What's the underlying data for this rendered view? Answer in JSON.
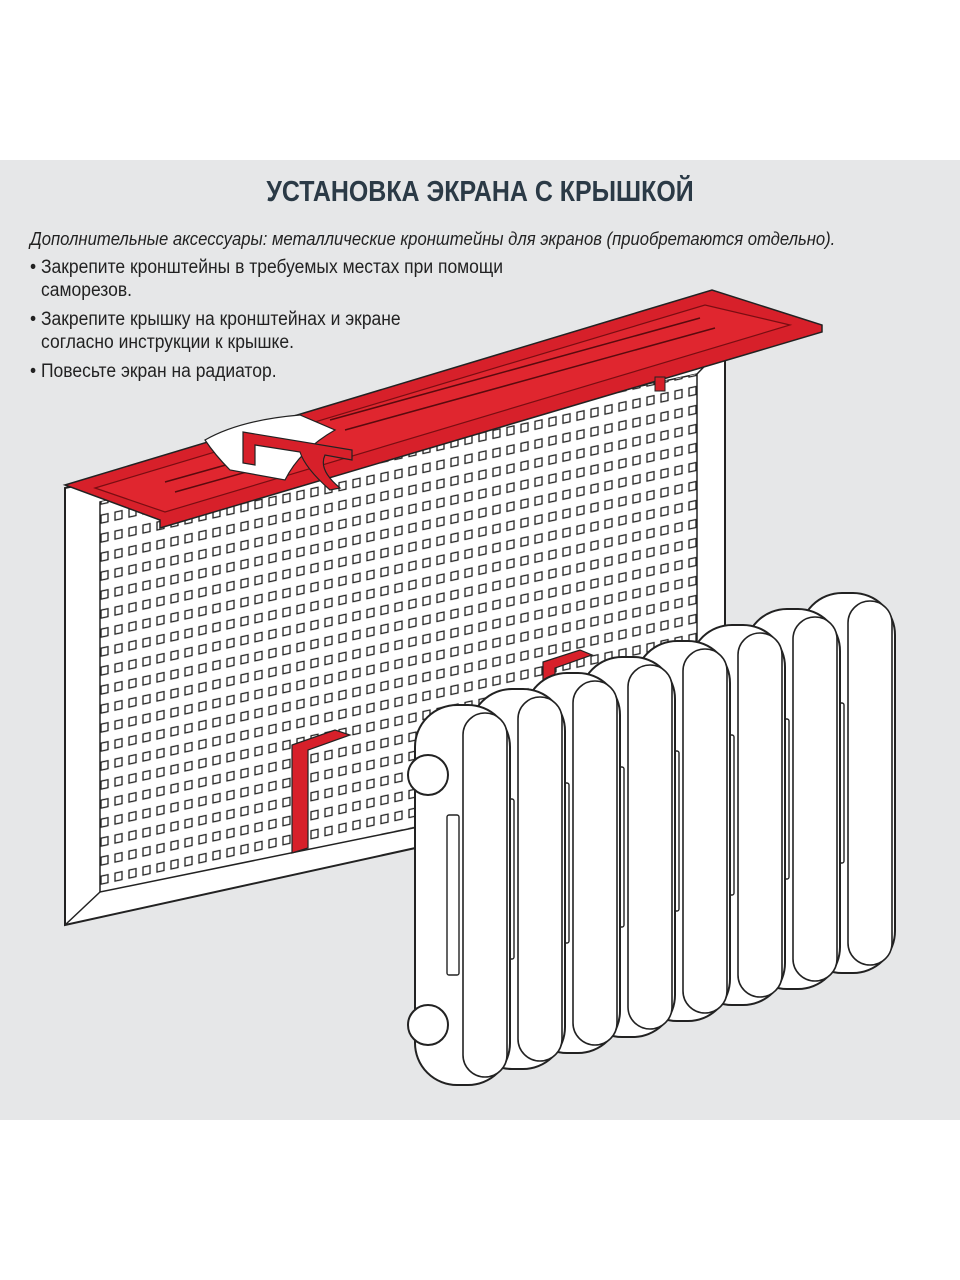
{
  "title": "УСТАНОВКА ЭКРАНА С КРЫШКОЙ",
  "subtitle": "Дополнительные аксессуары: металлические кронштейны для экранов (приобретаются отдельно).",
  "steps": [
    {
      "line1": "• Закрепите кронштейны в требуемых местах при помощи",
      "line2": "саморезов."
    },
    {
      "line1": "• Закрепите крышку на кронштейнах и экране",
      "line2": "согласно инструкции к крышке."
    },
    {
      "line1": "• Повесьте экран на радиатор.",
      "line2": ""
    }
  ],
  "colors": {
    "background": "#e6e7e8",
    "accent_red": "#d7202a",
    "title": "#2b3a46"
  }
}
